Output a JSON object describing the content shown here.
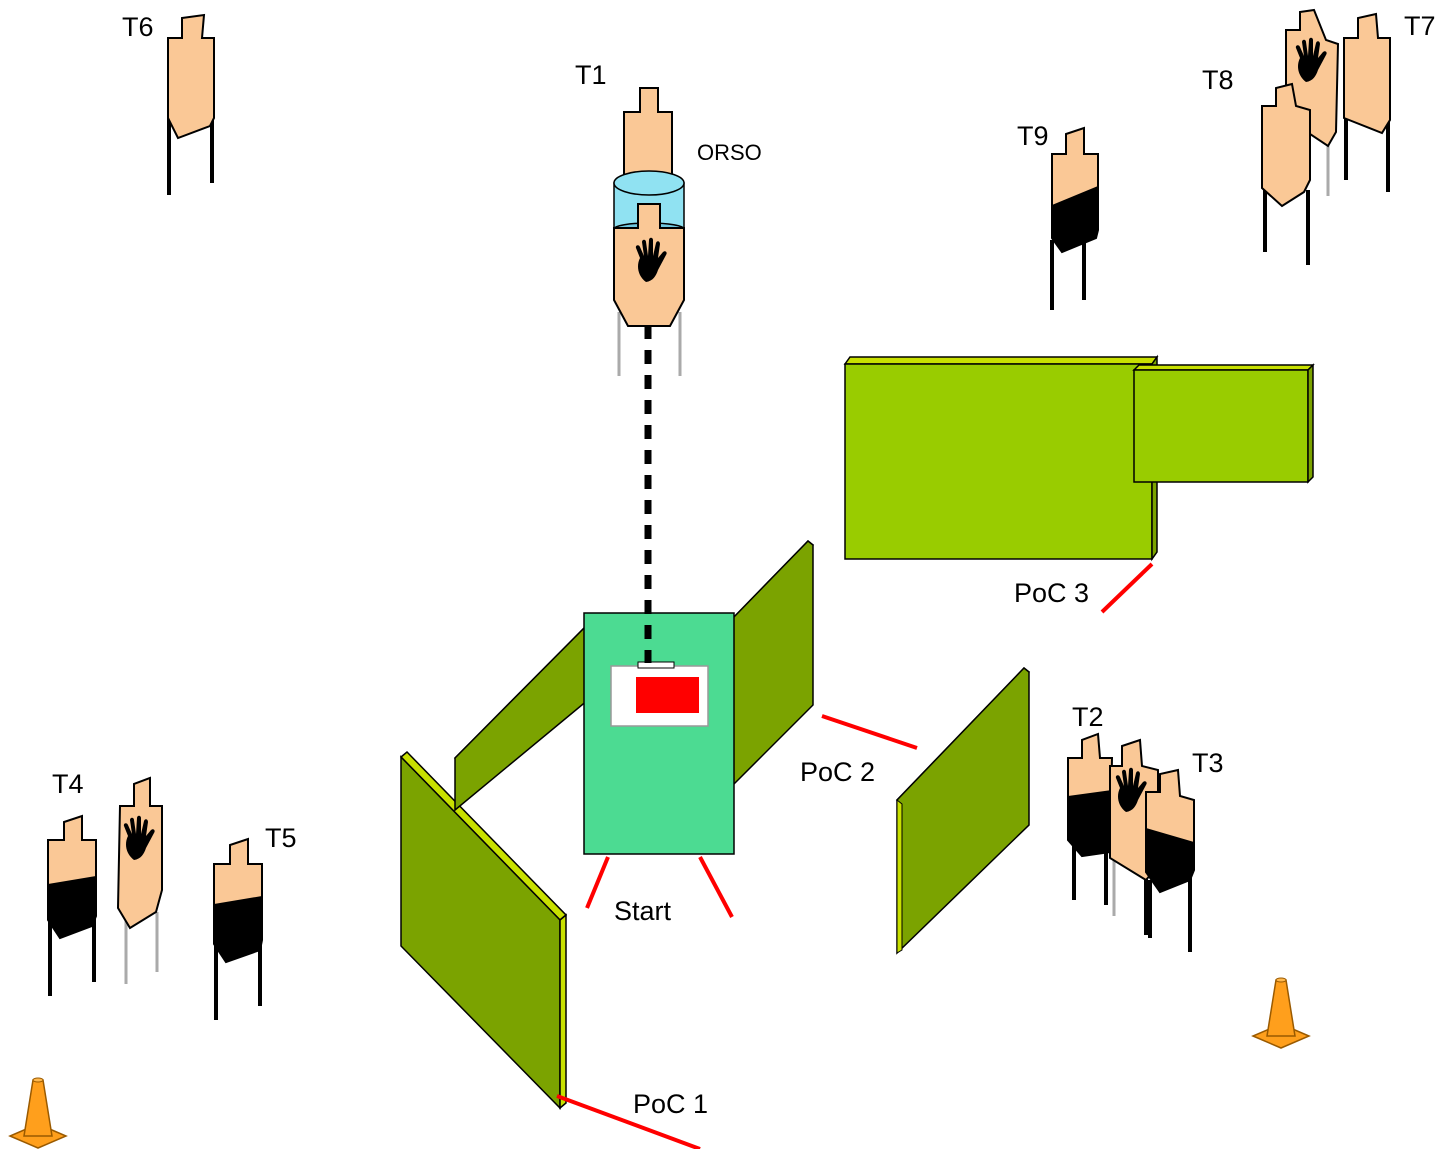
{
  "labels": {
    "t1": "T1",
    "t2": "T2",
    "t3": "T3",
    "t4": "T4",
    "t5": "T5",
    "t6": "T6",
    "t7": "T7",
    "t8": "T8",
    "t9": "T9",
    "orso": "ORSO",
    "start": "Start",
    "poc1": "PoC 1",
    "poc2": "PoC 2",
    "poc3": "PoC 3"
  },
  "colors": {
    "target_skin": "#FAC896",
    "target_black": "#000000",
    "wall_front": "#7BA300",
    "wall_light": "#99CC00",
    "wall_edge": "#C8E000",
    "start_box": "#4CDB92",
    "start_button": "#FF0000",
    "fault_line": "#FF0000",
    "barrel": "#90E2F2",
    "cone": "#FF9F1C"
  },
  "icons": [
    "hand-icon",
    "traffic-cone-icon",
    "barrel-icon"
  ]
}
